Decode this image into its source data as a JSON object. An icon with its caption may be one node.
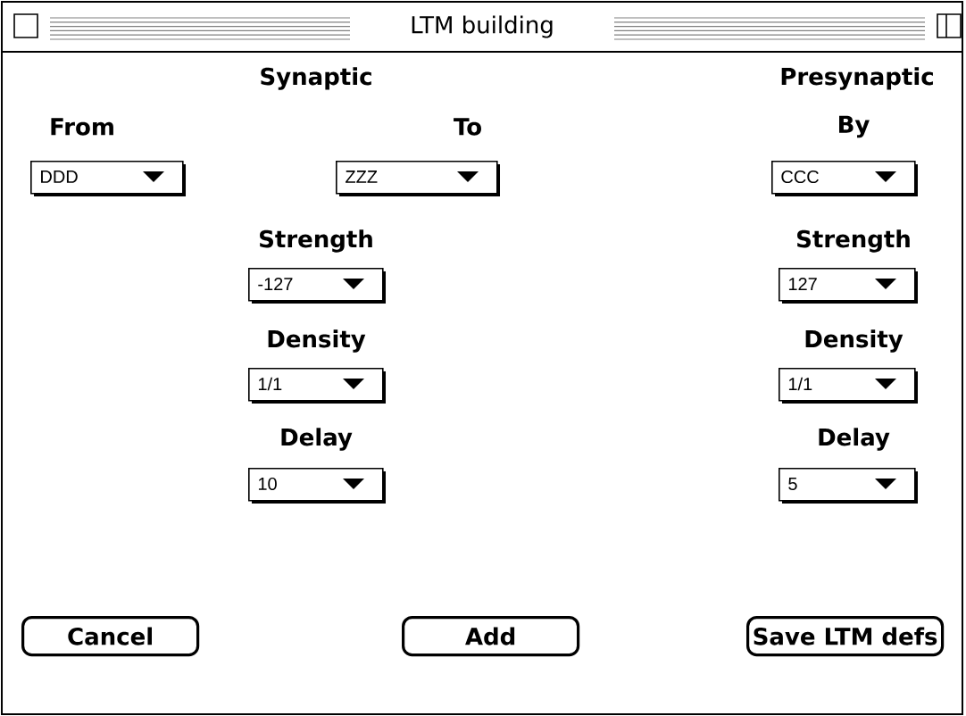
{
  "diagram": {
    "title": "LTM building",
    "nodes": [
      {
        "text": [
          "DDD"
        ]
      },
      {
        "text": [
          "ZZZ"
        ]
      },
      {
        "text": [
          "CCC"
        ]
      },
      {
        "text": [
          "-127"
        ]
      },
      {
        "text": [
          "127"
        ]
      },
      {
        "text": [
          "1/1"
        ]
      },
      {
        "text": [
          "1/1"
        ]
      },
      {
        "text": [
          "10"
        ]
      },
      {
        "text": [
          "5"
        ]
      },
      {
        "text": [
          "Cancel"
        ]
      },
      {
        "text": [
          "Add"
        ]
      },
      {
        "text": [
          "Save LTM defs"
        ]
      }
    ],
    "labels": [
      "Synaptic",
      "Presynaptic",
      "From",
      "To",
      "By",
      "Strength",
      "Strength",
      "Density",
      "Density",
      "Delay",
      "Delay"
    ]
  }
}
